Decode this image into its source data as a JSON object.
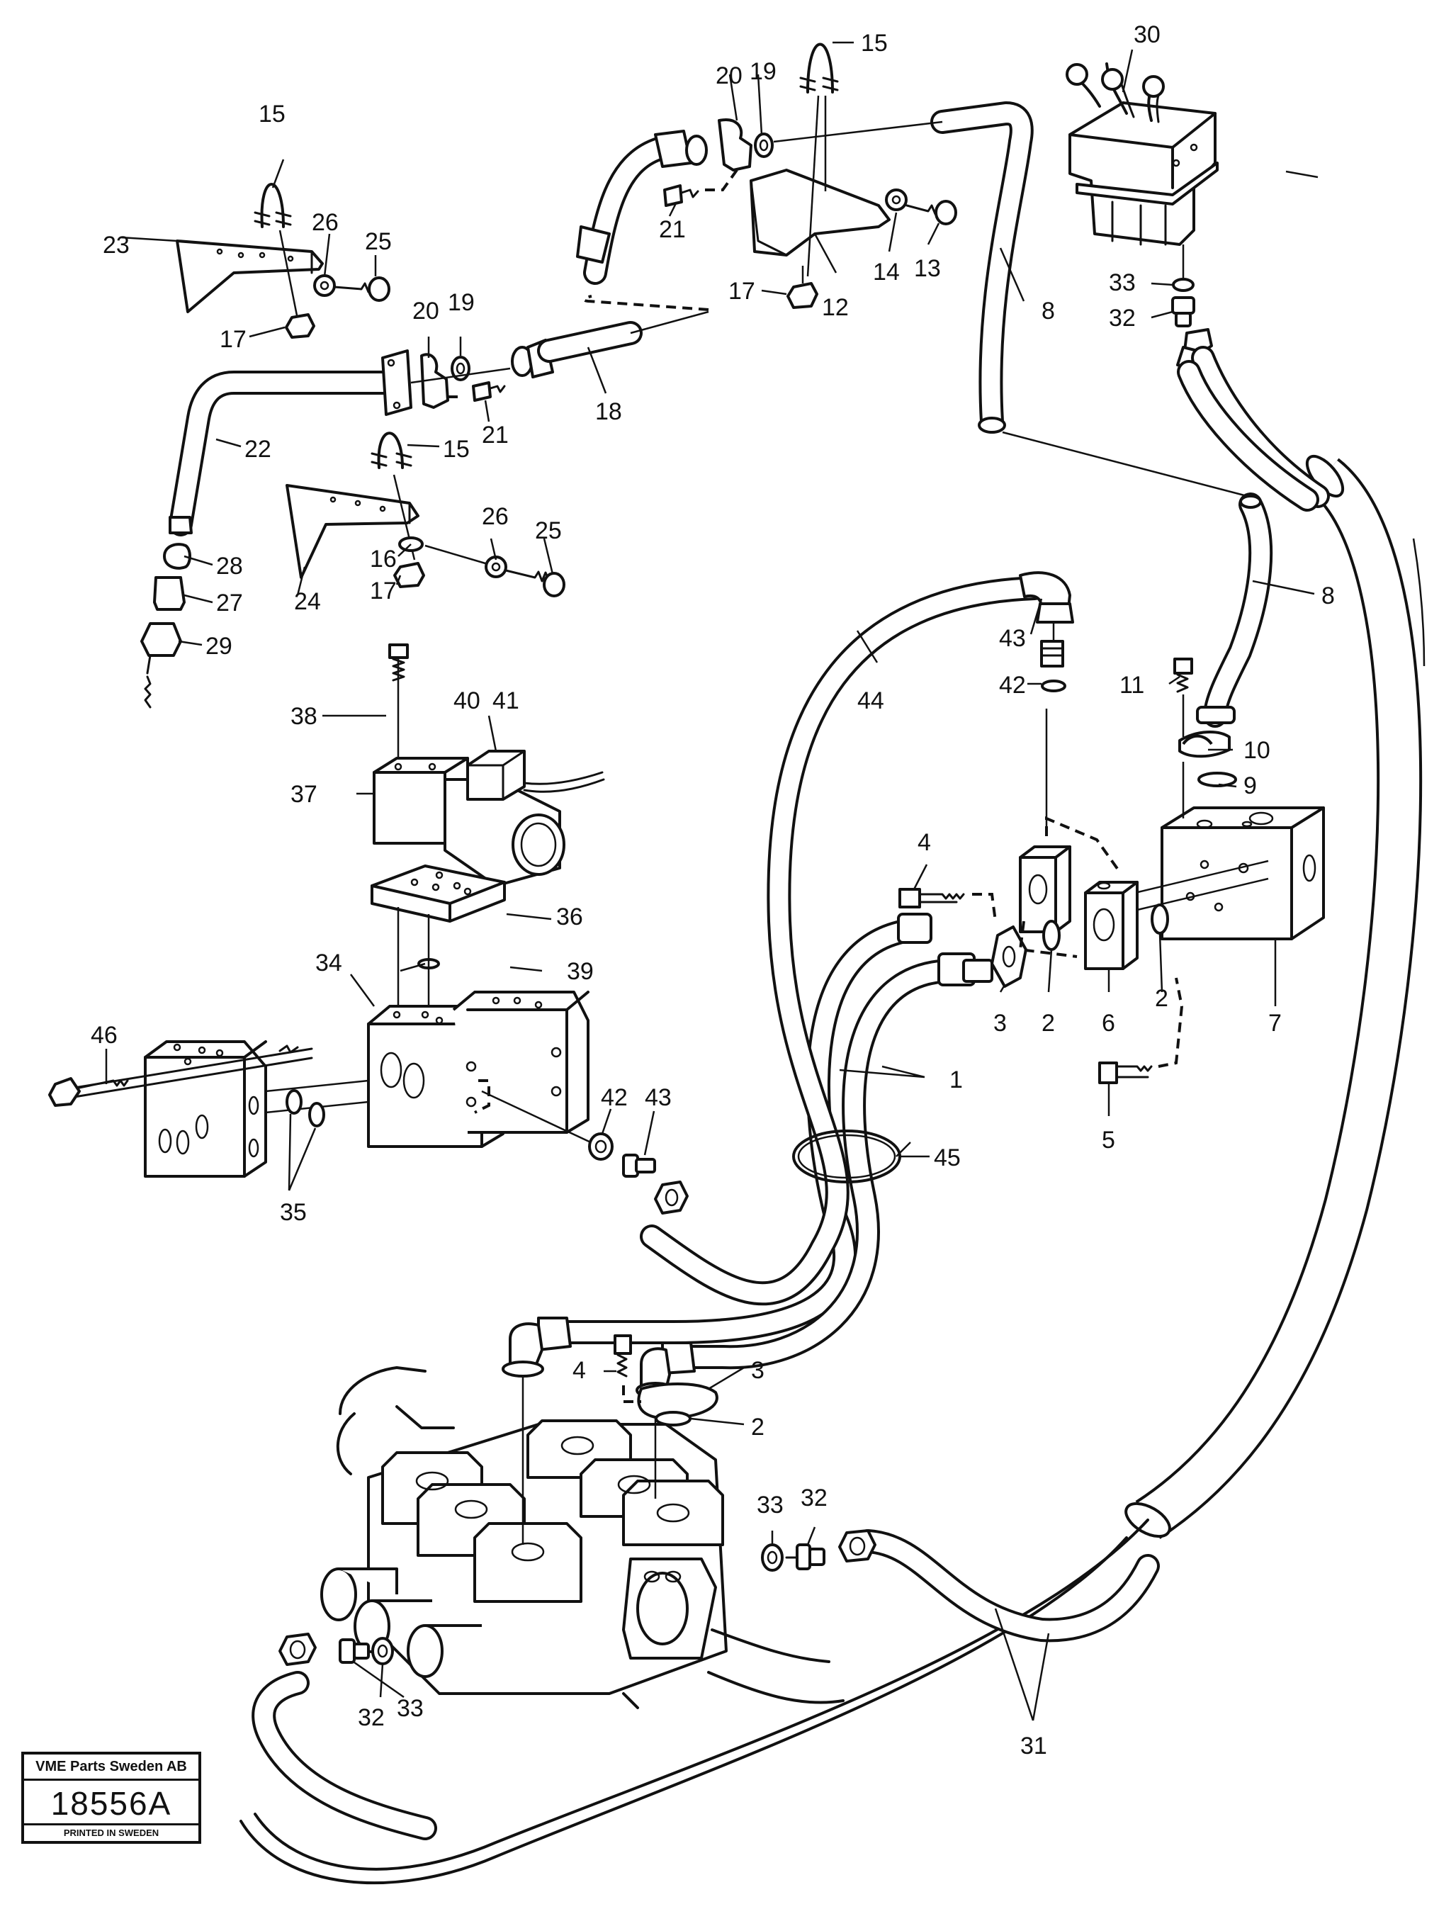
{
  "title_block": {
    "company": "VME Parts Sweden AB",
    "doc_number": "18556A",
    "printed": "PRINTED IN SWEDEN"
  },
  "callouts": {
    "n1": "1",
    "n2": "2",
    "n3": "3",
    "n4": "4",
    "n5": "5",
    "n6": "6",
    "n7": "7",
    "n8": "8",
    "n9": "9",
    "n10": "10",
    "n11": "11",
    "n12": "12",
    "n13": "13",
    "n14": "14",
    "n15": "15",
    "n16": "16",
    "n17": "17",
    "n18": "18",
    "n19": "19",
    "n20": "20",
    "n21": "21",
    "n22": "22",
    "n23": "23",
    "n24": "24",
    "n25": "25",
    "n26": "26",
    "n27": "27",
    "n28": "28",
    "n29": "29",
    "n30": "30",
    "n31": "31",
    "n32": "32",
    "n33": "33",
    "n34": "34",
    "n35": "35",
    "n36": "36",
    "n37": "37",
    "n38": "38",
    "n39": "39",
    "n40": "40",
    "n41": "41",
    "n42": "42",
    "n43": "43",
    "n44": "44",
    "n45": "45",
    "n46": "46"
  }
}
